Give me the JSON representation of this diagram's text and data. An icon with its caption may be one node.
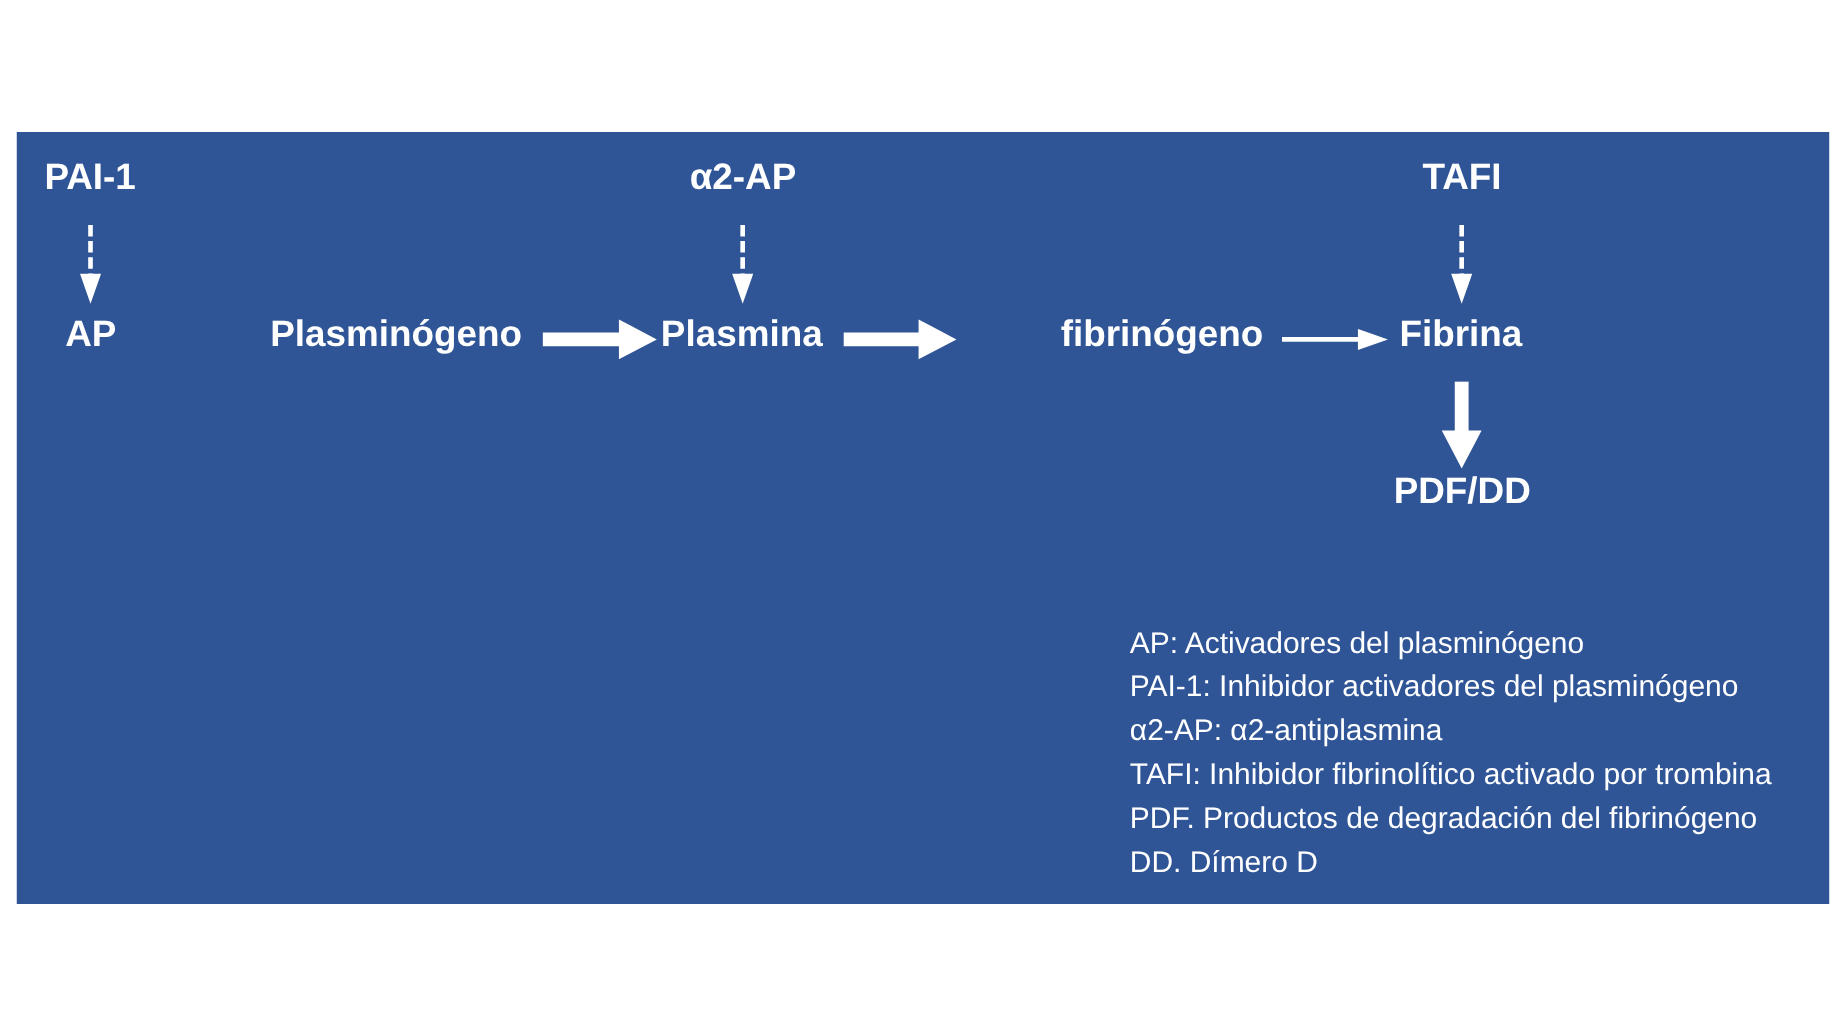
{
  "diagram": {
    "nodes": [
      {
        "text": [
          "PAI-1"
        ]
      },
      {
        "text": [
          "α2-AP"
        ]
      },
      {
        "text": [
          "TAFI"
        ]
      },
      {
        "text": [
          "AP"
        ]
      },
      {
        "text": [
          "fibrinógeno"
        ]
      },
      {
        "text": [
          "Fibrina"
        ]
      },
      {
        "text": [
          "Plasminógeno"
        ]
      },
      {
        "text": [
          "Plasmina"
        ]
      },
      {
        "text": [
          "PDF/DD"
        ]
      }
    ],
    "edges": [
      {
        "from": 0,
        "to": 3,
        "arrow": "to",
        "style": "dashed"
      },
      {
        "from": 1,
        "to": 7,
        "arrow": "to",
        "style": "dashed"
      },
      {
        "from": 2,
        "to": 5,
        "arrow": "to",
        "style": "dashed"
      },
      {
        "from": 4,
        "to": 5,
        "arrow": "to"
      },
      {
        "from": 6,
        "to": 7,
        "arrow": "to",
        "style": "thick"
      },
      {
        "from": 7,
        "to": null,
        "arrow": "to",
        "style": "thick"
      },
      {
        "from": 5,
        "to": 8,
        "arrow": "to",
        "style": "thick"
      }
    ],
    "labels": [
      "AP: Activadores del plasminógeno",
      "PAI-1: Inhibidor activadores del plasminógeno",
      "α2-AP: α2-antiplasmina",
      "TAFI: Inhibidor fibrinolítico activado por trombina",
      "PDF. Productos de degradación del fibrinógeno",
      "DD. Dímero D"
    ]
  }
}
